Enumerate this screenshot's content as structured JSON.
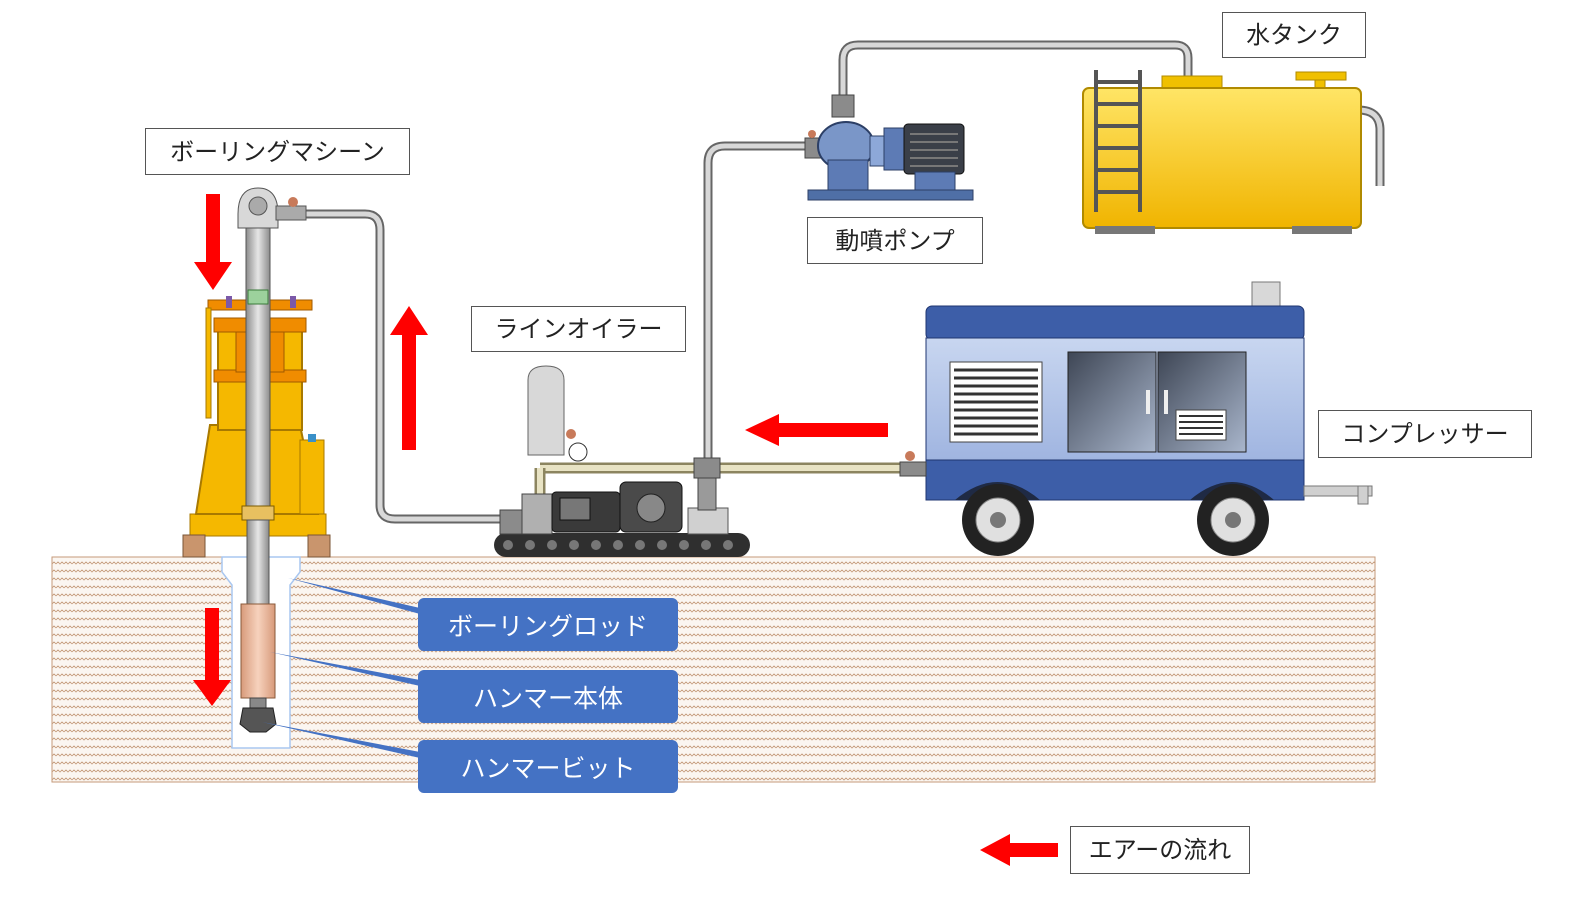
{
  "labels": {
    "boring_machine": "ボーリングマシーン",
    "water_tank": "水タンク",
    "pump": "動噴ポンプ",
    "line_oiler": "ラインオイラー",
    "compressor": "コンプレッサー",
    "legend": "エアーの流れ"
  },
  "callouts": {
    "rod": "ボーリングロッド",
    "hammer_body": "ハンマー本体",
    "hammer_bit": "ハンマービット"
  },
  "colors": {
    "air_arrow": "#ff0000",
    "callout_fill": "#4472c4",
    "ground": "#c8a184",
    "tank": "#f5c400",
    "compressor": "#4a69b5",
    "machine": "#f5b800",
    "pipe": "#9a9a9a"
  }
}
